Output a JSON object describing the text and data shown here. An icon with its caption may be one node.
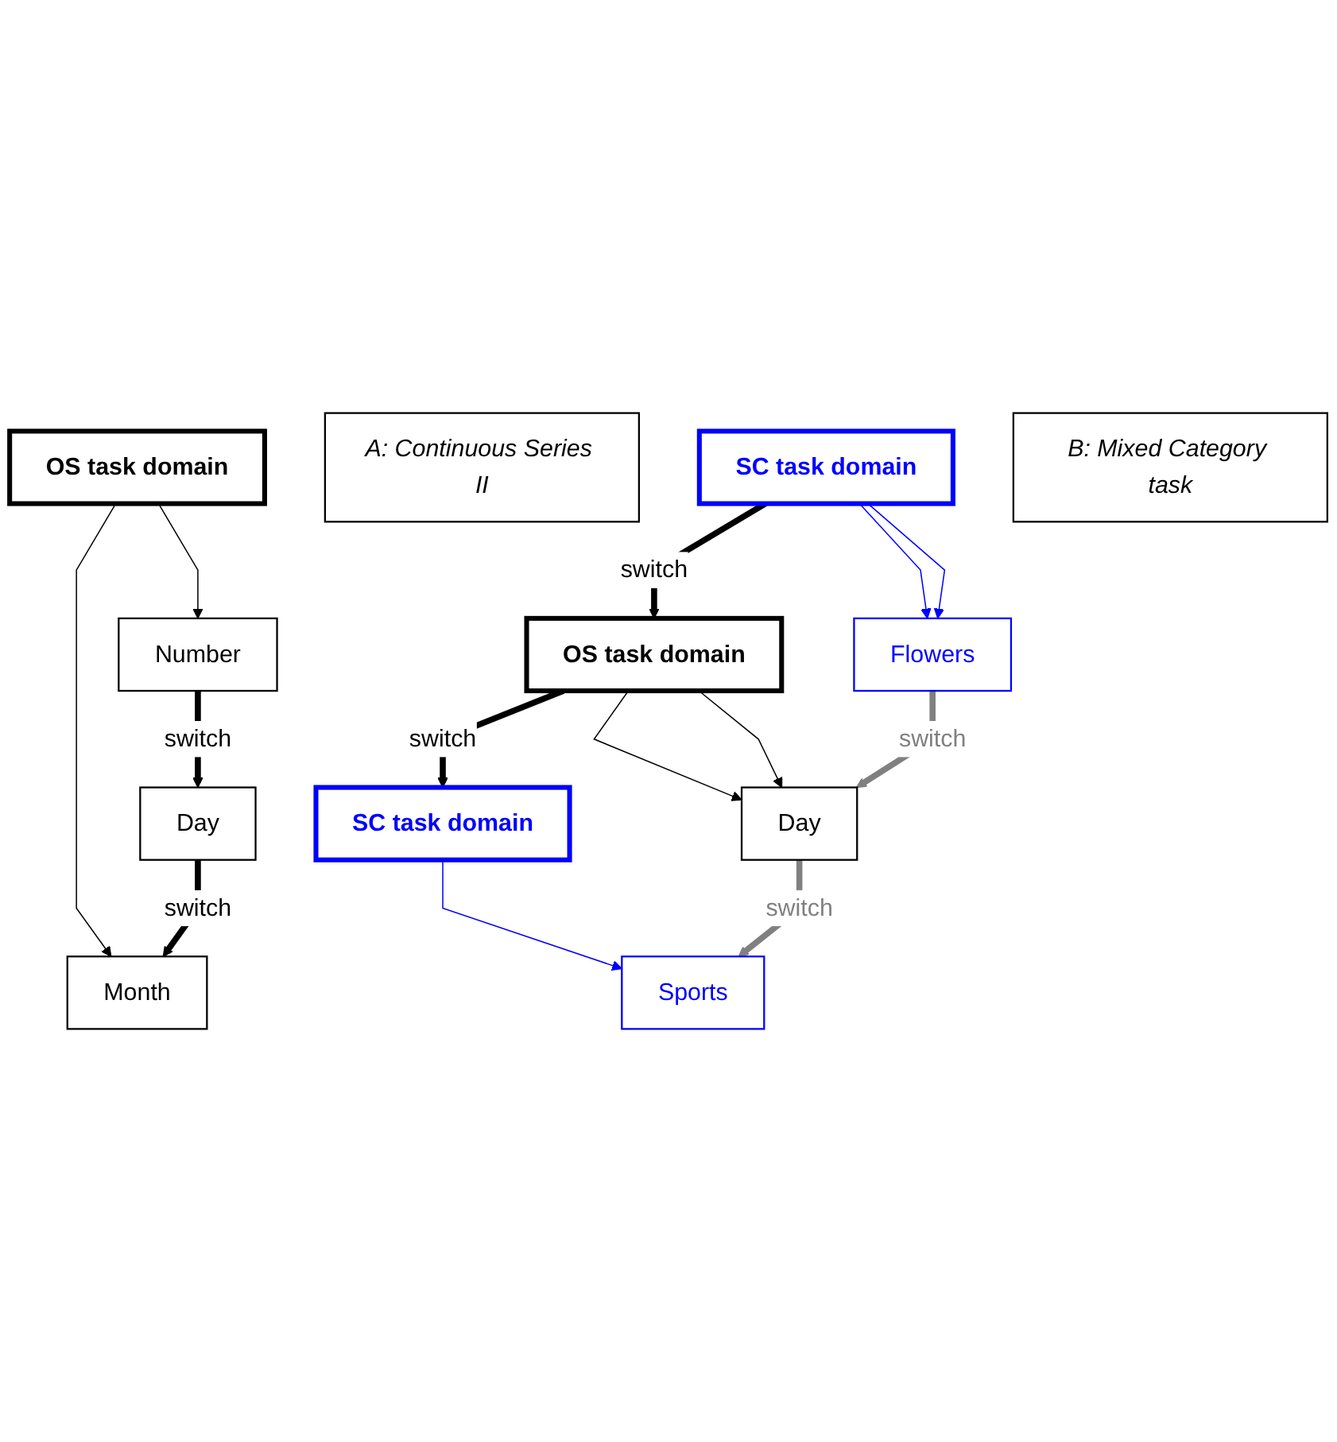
{
  "diagram": {
    "nodes": [
      {
        "text": [
          "OS task domain"
        ]
      },
      {
        "text": [
          "Number"
        ]
      },
      {
        "text": [
          "Day"
        ]
      },
      {
        "text": [
          "Month"
        ]
      },
      {
        "text": [
          "A: Continuous Series II"
        ]
      },
      {
        "text": [
          "SC task domain"
        ]
      },
      {
        "text": [
          "OS task domain"
        ]
      },
      {
        "text": [
          "SC task domain"
        ]
      },
      {
        "text": [
          "Flowers"
        ]
      },
      {
        "text": [
          "Day"
        ]
      },
      {
        "text": [
          "Sports"
        ]
      },
      {
        "text": [
          "B: Mixed Category task"
        ]
      }
    ],
    "edges": [
      {
        "from": 0,
        "to": 1,
        "arrow": "to"
      },
      {
        "from": 0,
        "to": 3,
        "arrow": "to"
      },
      {
        "from": 1,
        "to": 2,
        "arrow": "to",
        "label": "switch",
        "style": "thick"
      },
      {
        "from": 2,
        "to": 3,
        "arrow": "to",
        "label": "switch",
        "style": "thick"
      },
      {
        "from": 5,
        "to": 6,
        "arrow": "to",
        "label": "switch",
        "style": "thick"
      },
      {
        "from": 6,
        "to": 7,
        "arrow": "to",
        "label": "switch",
        "style": "thick"
      },
      {
        "from": 5,
        "to": 8,
        "arrow": "to",
        "color": "#0000ff"
      },
      {
        "from": 5,
        "to": 8,
        "arrow": "to",
        "color": "#0000ff"
      },
      {
        "from": 6,
        "to": 9,
        "arrow": "to"
      },
      {
        "from": 6,
        "to": 9,
        "arrow": "to"
      },
      {
        "from": 7,
        "to": 10,
        "arrow": "to",
        "color": "#0000ff"
      },
      {
        "from": 8,
        "to": 9,
        "arrow": "to",
        "label": "switch",
        "style": "thick",
        "color": "#808080"
      },
      {
        "from": 9,
        "to": 10,
        "arrow": "to",
        "label": "switch",
        "style": "thick",
        "color": "#808080"
      }
    ]
  }
}
